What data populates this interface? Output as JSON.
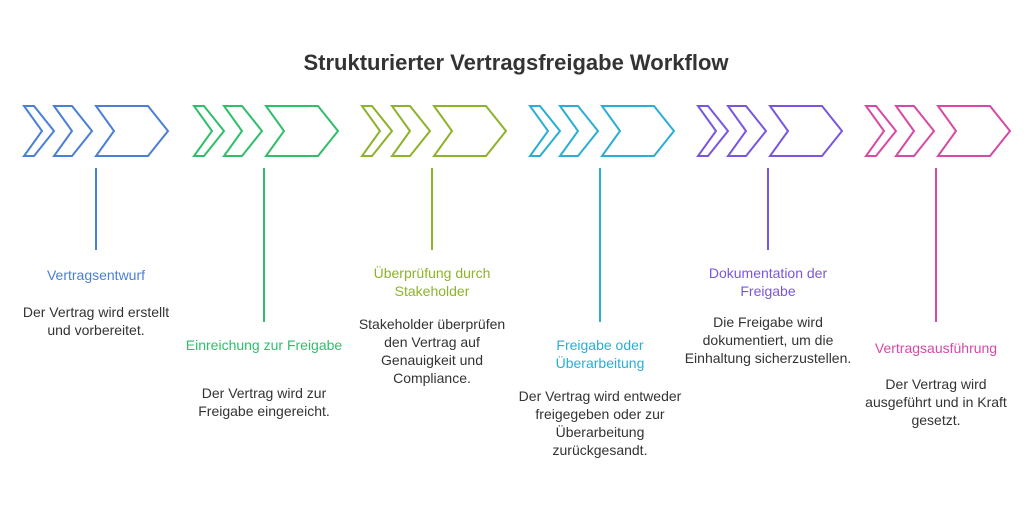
{
  "title": "Strukturierter Vertragsfreigabe Workflow",
  "steps": [
    {
      "heading": "Vertragsentwurf",
      "description": "Der Vertrag wird erstellt und vorbereitet.",
      "color": "#4a7fd6"
    },
    {
      "heading": "Einreichung zur Freigabe",
      "description": "Der Vertrag wird zur Freigabe eingereicht.",
      "color": "#2fbf6a"
    },
    {
      "heading": "Überprüfung durch Stakeholder",
      "description": "Stakeholder überprüfen den Vertrag auf Genauigkeit und Compliance.",
      "color": "#8db32a"
    },
    {
      "heading": "Freigabe oder Überarbeitung",
      "description": "Der Vertrag wird entweder freigegeben oder zur Überarbeitung zurückgesandt.",
      "color": "#2aaed6"
    },
    {
      "heading": "Dokumentation der Freigabe",
      "description": "Die Freigabe wird dokumentiert, um die Einhaltung sicherzustellen.",
      "color": "#7a56e0"
    },
    {
      "heading": "Vertragsausführung",
      "description": "Der Vertrag wird ausgeführt und in Kraft gesetzt.",
      "color": "#d64aa6"
    }
  ]
}
